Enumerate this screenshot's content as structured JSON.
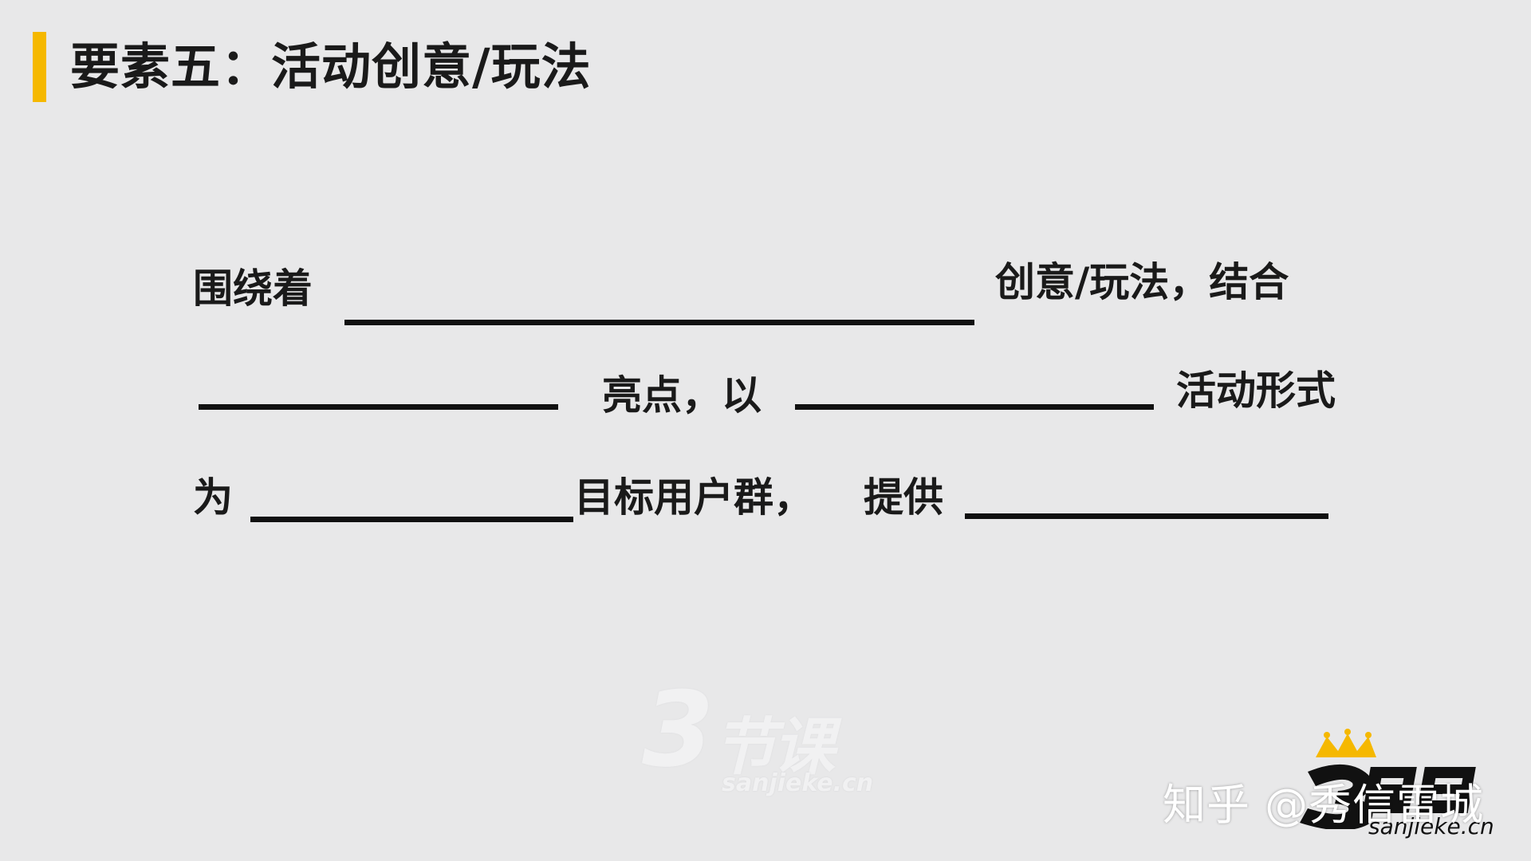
{
  "title": "要素五：活动创意/玩法",
  "lines": {
    "l1_a": "围绕着",
    "l1_b": "创意/玩法，结合",
    "l2_a": "亮点，以",
    "l2_b": "活动形式",
    "l3_a": "为",
    "l3_b": "目标用户群，",
    "l3_c": "提供"
  },
  "watermark": {
    "digit": "3",
    "chars": "节课",
    "url": "sanjieke.cn"
  },
  "logo": {
    "url": "sanjieke.cn"
  },
  "zhihu_watermark": "知乎 @秀信雷城",
  "colors": {
    "accent": "#f5b800",
    "background": "#e8e8e9",
    "text": "#1a1a1a"
  }
}
